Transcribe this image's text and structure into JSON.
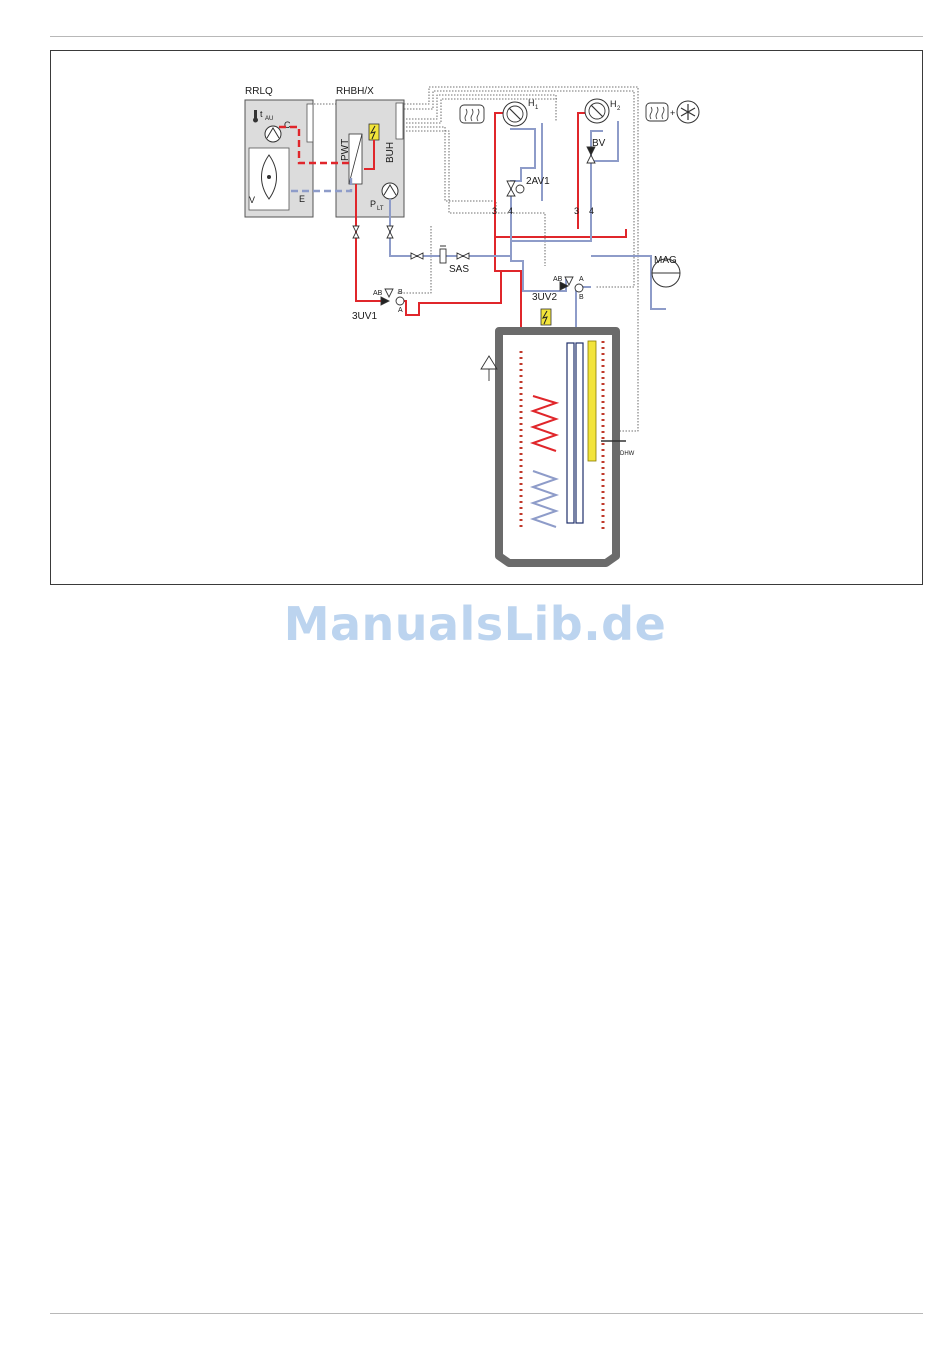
{
  "diagram": {
    "units": {
      "outdoor": "RRLQ",
      "indoor": "RHBH/X"
    },
    "labels": {
      "t": "t",
      "t_sub": "AU",
      "compressor": "C",
      "fan": "V",
      "expansion": "E",
      "plate_hx": "PWT",
      "backup_heater": "BUH",
      "pump": "P",
      "pump_sub": "LT",
      "sas": "SAS",
      "valve_3uv1": "3UV1",
      "valve_3uv2": "3UV2",
      "valve_2av1": "2AV1",
      "bypass": "BV",
      "mag": "MAG",
      "h1": "H",
      "h1_sub": "1",
      "h2": "H",
      "h2_sub": "2",
      "port_3a": "3",
      "port_4a": "4",
      "port_3b": "3",
      "port_4b": "4",
      "ab": "AB",
      "a": "A",
      "b": "B",
      "ab2": "AB",
      "a2": "A",
      "b2": "B",
      "dhw": "DHW",
      "plus": "+"
    },
    "colors": {
      "hot": "#e0262b",
      "cold": "#8e9cc9",
      "dashed": "#444444",
      "heater": "#f2e43a",
      "tank": "#6b6b6b"
    }
  },
  "watermark": "ManualsLib.de"
}
